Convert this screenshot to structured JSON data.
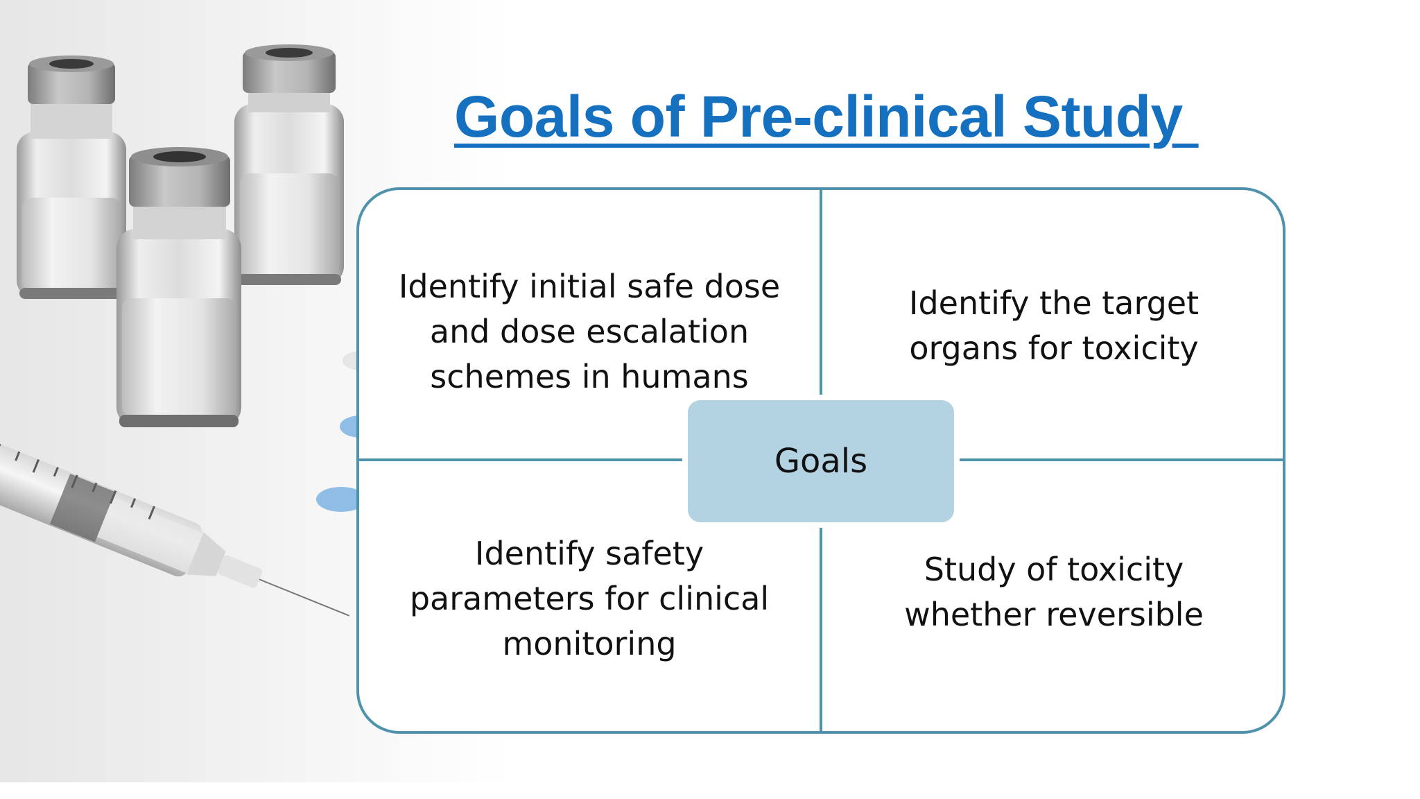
{
  "slide": {
    "title": "Goals of Pre-clinical Study ",
    "center_label": "Goals",
    "quadrants": [
      {
        "position": "top-left",
        "text": "Identify initial safe dose\nand dose escalation\nschemes in humans"
      },
      {
        "position": "top-right",
        "text": "Identify the target\norgans for toxicity"
      },
      {
        "position": "bottom-left",
        "text": "Identify safety\nparameters for clinical\nmonitoring"
      },
      {
        "position": "bottom-right",
        "text": "Study of toxicity\nwhether reversible"
      }
    ]
  },
  "colors": {
    "title": "#1670c0",
    "border": "#4e93ab",
    "center_fill": "#b3d2e2",
    "text": "#111111"
  }
}
